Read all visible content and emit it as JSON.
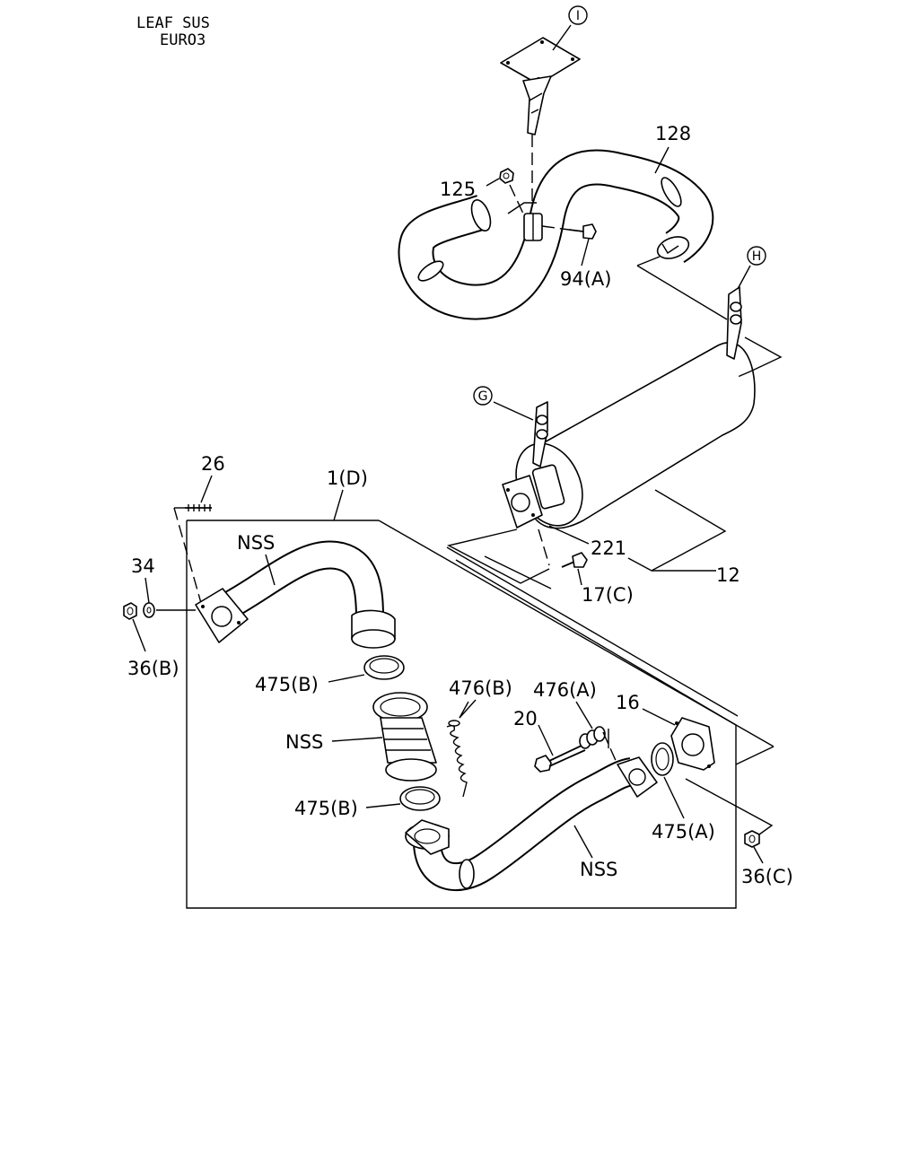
{
  "header": {
    "line1": "LEAF SUS",
    "line2": "EURO3"
  },
  "callouts": {
    "i_marker": "I",
    "h_marker": "H",
    "g_marker": "G"
  },
  "labels": {
    "p128": "128",
    "p125": "125",
    "p94a": "94(A)",
    "p26": "26",
    "p1d": "1(D)",
    "p221": "221",
    "p12": "12",
    "p17c": "17(C)",
    "p34": "34",
    "nss_upper": "NSS",
    "p36b": "36(B)",
    "p475b_1": "475(B)",
    "p476b": "476(B)",
    "p476a": "476(A)",
    "p16": "16",
    "p20": "20",
    "nss_mid": "NSS",
    "p475b_2": "475(B)",
    "p475a": "475(A)",
    "nss_lower": "NSS",
    "p36c": "36(C)"
  }
}
